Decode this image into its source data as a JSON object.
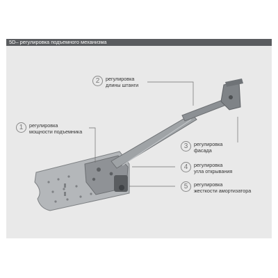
{
  "header": {
    "title": "5D– регулировка подъемного механизма"
  },
  "callouts": [
    {
      "number": "1",
      "line1": "регулировка",
      "line2": "мощности подъемника"
    },
    {
      "number": "2",
      "line1": "регулировка",
      "line2": "длины штанги"
    },
    {
      "number": "3",
      "line1": "регулировка",
      "line2": "фасада"
    },
    {
      "number": "4",
      "line1": "регулировка",
      "line2": "угла открывания"
    },
    {
      "number": "5",
      "line1": "регулировка",
      "line2": "жесткости амортизатора"
    }
  ],
  "colors": {
    "header_bar": "#5a5c5f",
    "panel_background": "#e9e9e9",
    "mechanism_metal": "#9fa3a6",
    "number_circle": "#8a8a8a"
  }
}
